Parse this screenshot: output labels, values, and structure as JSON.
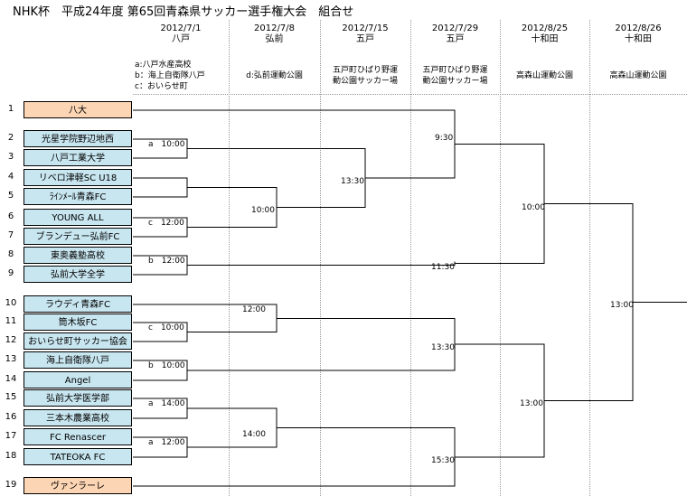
{
  "title": "NHK杯　平成24年度 第65回青森県サッカー選手権大会　組合せ",
  "columns": [
    {
      "date": "2012/7/1",
      "city": "八戸",
      "venue": [
        "a:八戸水産高校",
        "b：海上自衛隊八戸",
        "c：おいらせ町"
      ]
    },
    {
      "date": "2012/7/8",
      "city": "弘前",
      "venue": [
        "d:弘前運動公園"
      ]
    },
    {
      "date": "2012/7/15",
      "city": "五戸",
      "venue": [
        "五戸町ひばり野運",
        "動公園サッカー場"
      ]
    },
    {
      "date": "2012/7/29",
      "city": "五戸",
      "venue": [
        "五戸町ひばり野運",
        "動公園サッカー場"
      ]
    },
    {
      "date": "2012/8/25",
      "city": "十和田",
      "venue": [
        "高森山運動公園"
      ]
    },
    {
      "date": "2012/8/26",
      "city": "十和田",
      "venue": [
        "高森山運動公園"
      ]
    }
  ],
  "teams": [
    {
      "seed": "1",
      "name": "八大",
      "style": "orange"
    },
    {
      "seed": "2",
      "name": "光星学院野辺地西",
      "style": "blue"
    },
    {
      "seed": "3",
      "name": "八戸工業大学",
      "style": "blue"
    },
    {
      "seed": "4",
      "name": "リベロ津軽SC U18",
      "style": "blue"
    },
    {
      "seed": "5",
      "name": "ﾗｲﾝﾒｰﾙ青森FC",
      "style": "blue"
    },
    {
      "seed": "6",
      "name": "YOUNG ALL",
      "style": "blue"
    },
    {
      "seed": "7",
      "name": "ブランデュー弘前FC",
      "style": "blue"
    },
    {
      "seed": "8",
      "name": "東奥義塾高校",
      "style": "blue"
    },
    {
      "seed": "9",
      "name": "弘前大学全学",
      "style": "blue"
    },
    {
      "seed": "10",
      "name": "ラウディ青森FC",
      "style": "blue"
    },
    {
      "seed": "11",
      "name": "筒木坂FC",
      "style": "blue"
    },
    {
      "seed": "12",
      "name": "おいらせ町サッカー協会",
      "style": "blue"
    },
    {
      "seed": "13",
      "name": "海上自衛隊八戸",
      "style": "blue"
    },
    {
      "seed": "14",
      "name": "Angel",
      "style": "blue"
    },
    {
      "seed": "15",
      "name": "弘前大学医学部",
      "style": "blue"
    },
    {
      "seed": "16",
      "name": "三本木農業高校",
      "style": "blue"
    },
    {
      "seed": "17",
      "name": "FC Renascer",
      "style": "blue"
    },
    {
      "seed": "18",
      "name": "TATEOKA FC",
      "style": "blue"
    },
    {
      "seed": "19",
      "name": "ヴァンラーレ",
      "style": "orange"
    }
  ],
  "matches": [
    {
      "label": "a　10:00"
    },
    {
      "label": "c　12:00"
    },
    {
      "label": "b　12:00"
    },
    {
      "label": "c　10:00"
    },
    {
      "label": "b　10:00"
    },
    {
      "label": "a　14:00"
    },
    {
      "label": "a　12:00"
    },
    {
      "label": "10:00"
    },
    {
      "label": "12:00"
    },
    {
      "label": "14:00"
    },
    {
      "label": "13:30"
    },
    {
      "label": "9:30"
    },
    {
      "label": "11:30"
    },
    {
      "label": "13:30"
    },
    {
      "label": "15:30"
    },
    {
      "label": "10:00"
    },
    {
      "label": "13:00"
    },
    {
      "label": "13:00"
    }
  ]
}
